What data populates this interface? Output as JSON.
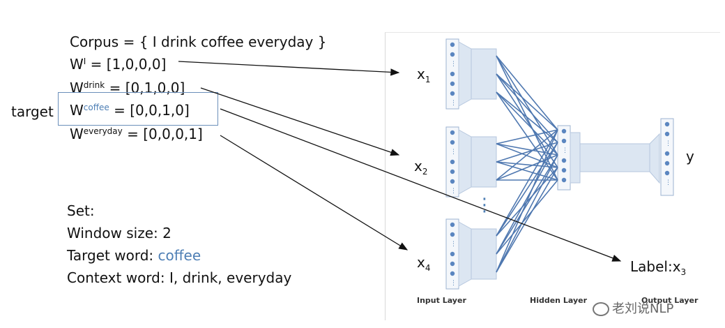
{
  "corpus_line": "Corpus = { I drink coffee everyday }",
  "vectors": [
    {
      "base": "W",
      "sup": "I",
      "value": " = [1,0,0,0]"
    },
    {
      "base": "W",
      "sup": "drink",
      "value": " = [0,1,0,0]"
    },
    {
      "base": "W",
      "sup": "coffee",
      "value": " = [0,0,1,0]"
    },
    {
      "base": "W",
      "sup": "everyday",
      "value": " = [0,0,0,1]"
    }
  ],
  "target_label": "target",
  "settings": {
    "heading": "Set:",
    "window": "Window size: 2",
    "target_prefix": "Target word: ",
    "target_word": "coffee",
    "context": "Context word: I, drink, everyday"
  },
  "diagram": {
    "inputs": [
      {
        "base": "x",
        "sub": "1"
      },
      {
        "base": "x",
        "sub": "2"
      },
      {
        "base": "x",
        "sub": "4"
      }
    ],
    "output_label": "y",
    "label_text": "Label:x",
    "label_sub": "3",
    "ellipsis": "⋮",
    "captions": {
      "input": "Input Layer",
      "hidden": "Hidden Layer",
      "output": "Output Layer"
    }
  },
  "watermark": "老刘说NLP",
  "colors": {
    "accent_blue": "#4e7fb5",
    "line_blue": "#4f78b0",
    "layer_fill": "#dce6f2"
  }
}
